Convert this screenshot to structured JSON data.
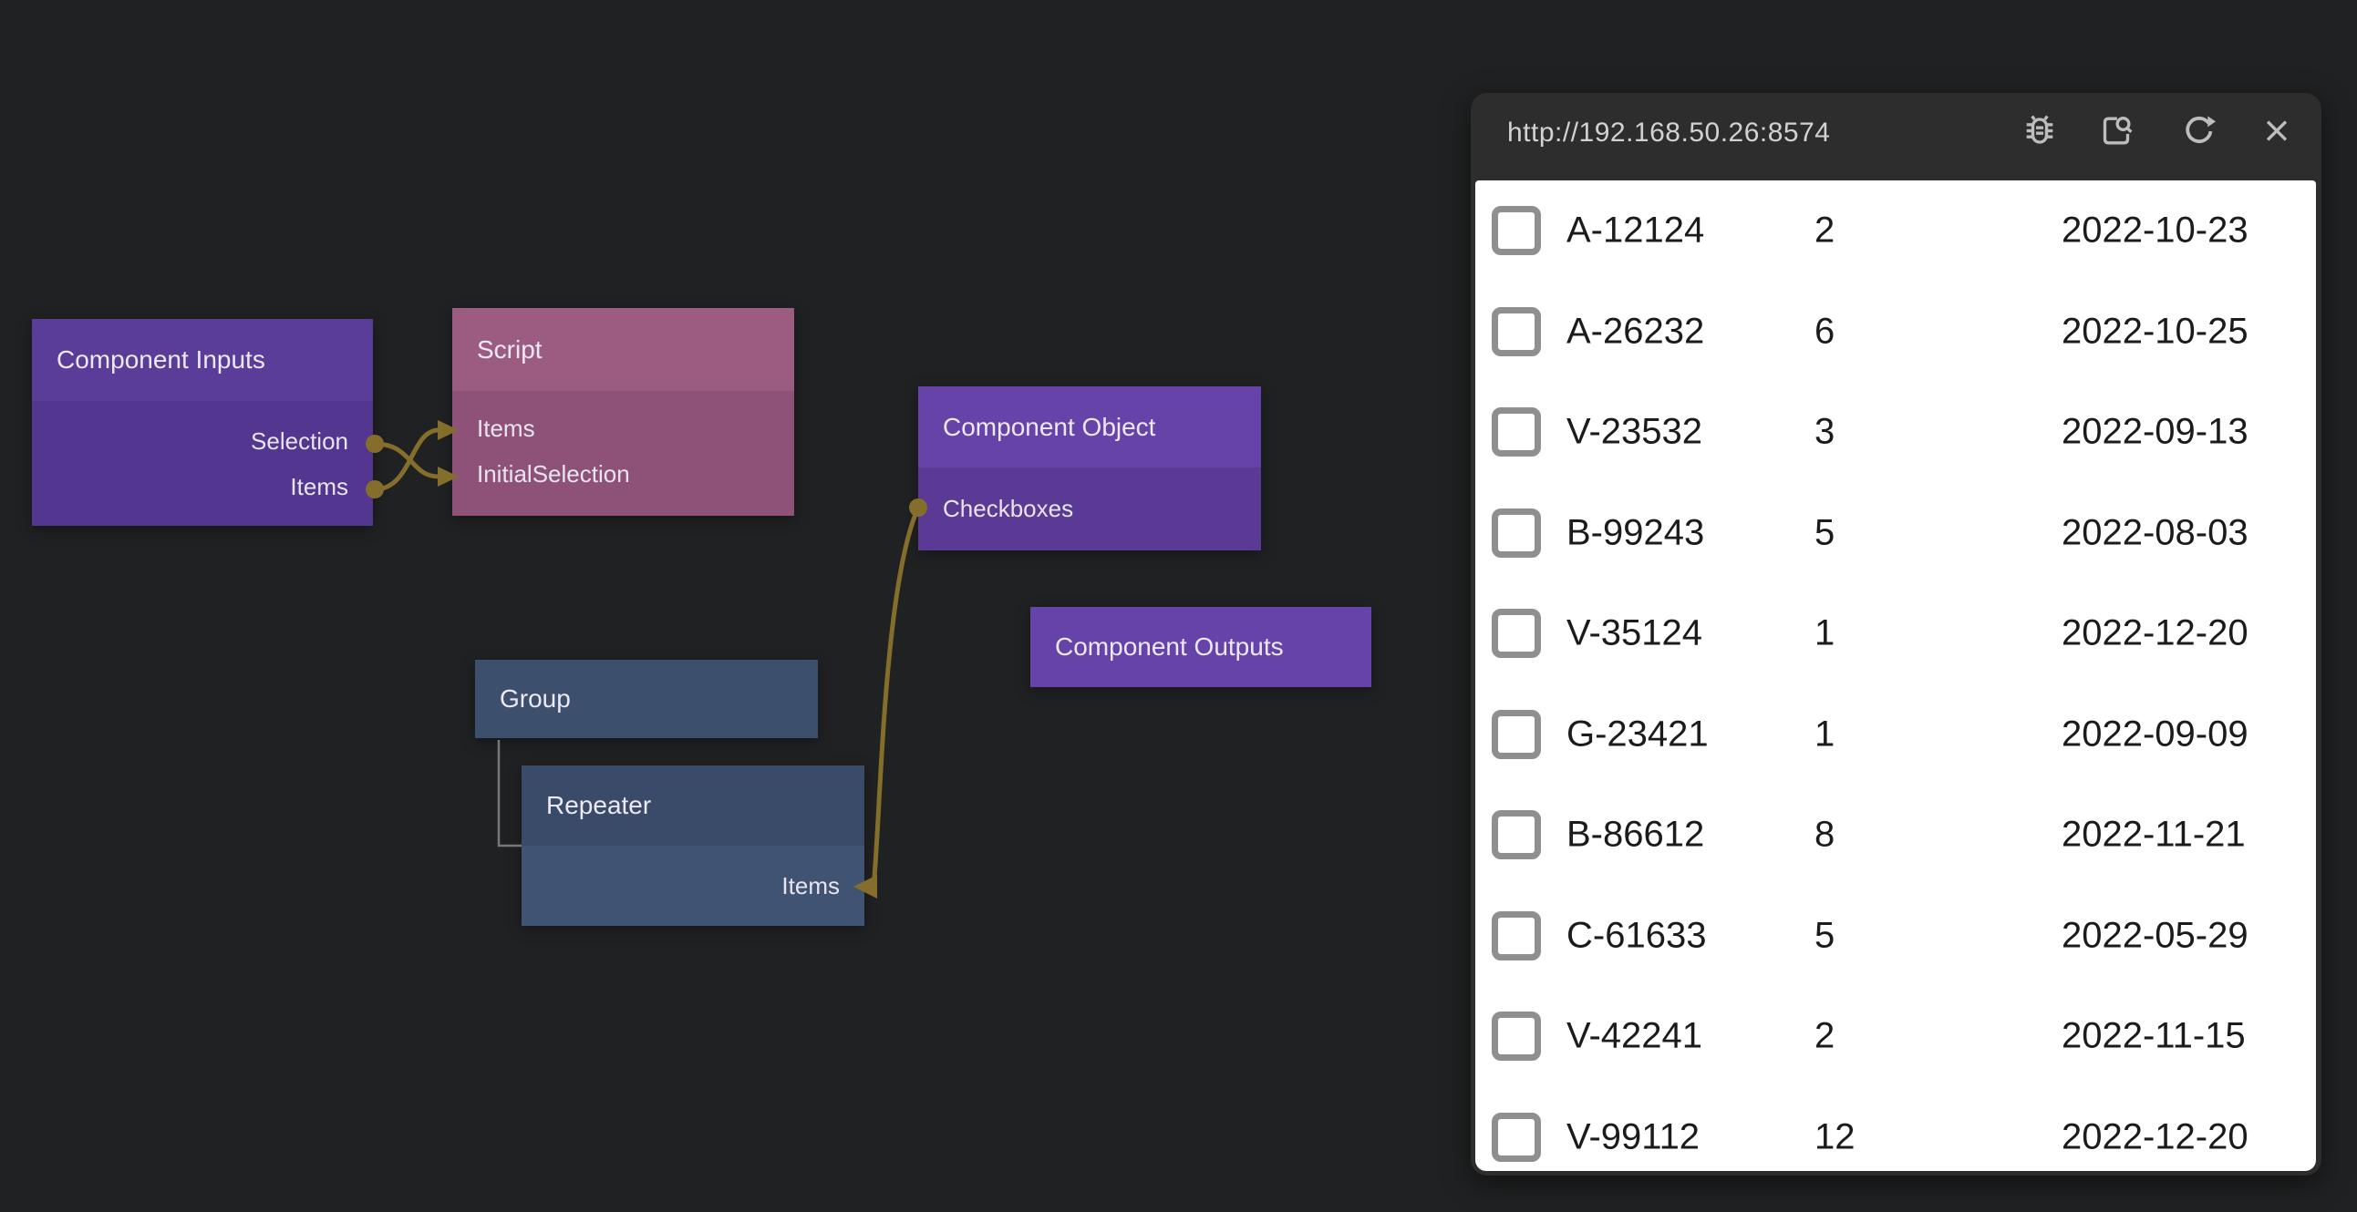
{
  "canvas": {
    "background": "#202122",
    "wire_color": "#856e2b",
    "hierarchy_line_color": "#787878",
    "nodes": {
      "component_inputs": {
        "title": "Component Inputs",
        "ports": [
          "Selection",
          "Items"
        ],
        "header_color": "#5a3c99",
        "body_color": "#533690"
      },
      "script": {
        "title": "Script",
        "ports": [
          "Items",
          "InitialSelection"
        ],
        "header_color": "#9c5c81",
        "body_color": "#8e5278"
      },
      "component_object": {
        "title": "Component Object",
        "ports": [
          "Checkboxes"
        ],
        "header_color": "#6643a8",
        "body_color": "#5b3a96"
      },
      "component_outputs": {
        "title": "Component Outputs",
        "header_color": "#6643a8"
      },
      "group": {
        "title": "Group",
        "header_color": "#3c4f6d"
      },
      "repeater": {
        "title": "Repeater",
        "ports": [
          "Items"
        ],
        "header_color": "#394b69",
        "body_color": "#415372"
      }
    },
    "connections": [
      {
        "from": "Component Inputs.Selection",
        "to": "Script.InitialSelection"
      },
      {
        "from": "Component Inputs.Items",
        "to": "Script.Items"
      },
      {
        "from": "Component Object.Checkboxes",
        "to": "Repeater.Items"
      }
    ]
  },
  "preview_window": {
    "url": "http://192.168.50.26:8574",
    "header_color": "#2d2d2e",
    "icon_color": "#bdbdbd",
    "table": {
      "checkbox_checked": false,
      "rows": [
        {
          "id": "A-12124",
          "qty": "2",
          "date": "2022-10-23"
        },
        {
          "id": "A-26232",
          "qty": "6",
          "date": "2022-10-25"
        },
        {
          "id": "V-23532",
          "qty": "3",
          "date": "2022-09-13"
        },
        {
          "id": "B-99243",
          "qty": "5",
          "date": "2022-08-03"
        },
        {
          "id": "V-35124",
          "qty": "1",
          "date": "2022-12-20"
        },
        {
          "id": "G-23421",
          "qty": "1",
          "date": "2022-09-09"
        },
        {
          "id": "B-86612",
          "qty": "8",
          "date": "2022-11-21"
        },
        {
          "id": "C-61633",
          "qty": "5",
          "date": "2022-05-29"
        },
        {
          "id": "V-42241",
          "qty": "2",
          "date": "2022-11-15"
        },
        {
          "id": "V-99112",
          "qty": "12",
          "date": "2022-12-20"
        }
      ]
    }
  }
}
